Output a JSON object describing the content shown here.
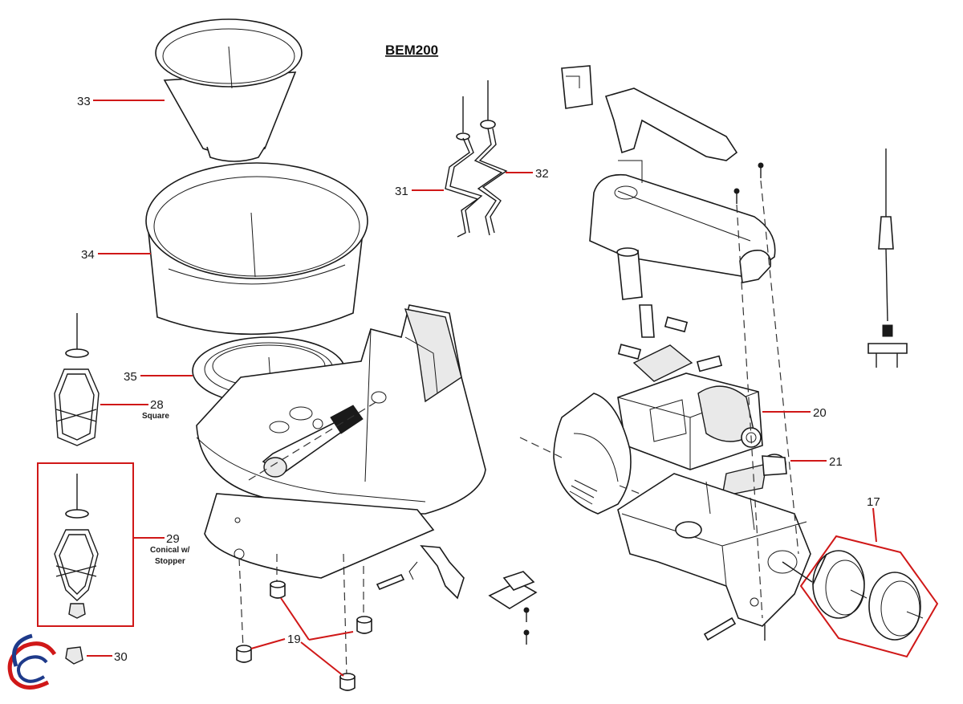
{
  "diagram": {
    "title": "BEM200",
    "accent_color": "#d01818",
    "callouts": [
      {
        "id": "33",
        "label": "33"
      },
      {
        "id": "34",
        "label": "34"
      },
      {
        "id": "35",
        "label": "35"
      },
      {
        "id": "31",
        "label": "31"
      },
      {
        "id": "32",
        "label": "32"
      },
      {
        "id": "28",
        "label": "28",
        "note": "Square"
      },
      {
        "id": "29",
        "label": "29",
        "note_line1": "Conical w/",
        "note_line2": "Stopper"
      },
      {
        "id": "30",
        "label": "30"
      },
      {
        "id": "19",
        "label": "19"
      },
      {
        "id": "20",
        "label": "20"
      },
      {
        "id": "21",
        "label": "21"
      },
      {
        "id": "17",
        "label": "17"
      }
    ]
  }
}
